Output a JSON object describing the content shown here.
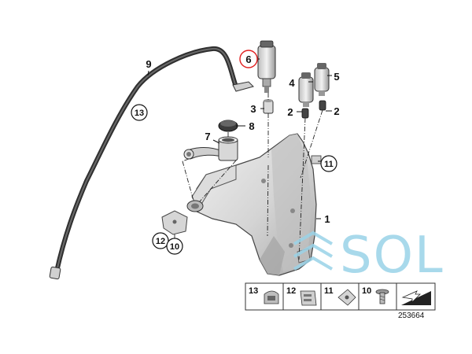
{
  "callouts": {
    "c1": "1",
    "c2a": "2",
    "c2b": "2",
    "c3": "3",
    "c4": "4",
    "c5": "5",
    "c6": "6",
    "c7": "7",
    "c8": "8",
    "c9": "9",
    "c10": "10",
    "c11": "11",
    "c12": "12",
    "c13": "13"
  },
  "legend": {
    "items": [
      {
        "num": "13",
        "icon": "hose-clip-icon"
      },
      {
        "num": "12",
        "icon": "bracket-clip-icon"
      },
      {
        "num": "11",
        "icon": "spring-nut-icon"
      },
      {
        "num": "10",
        "icon": "screw-icon"
      },
      {
        "num": "",
        "icon": "arrow-ramp-icon"
      }
    ]
  },
  "diagram_id": "253664",
  "watermark": "SOL",
  "colors": {
    "ink": "#111111",
    "tank_light": "#e8e8e8",
    "tank_mid": "#c9c9c9",
    "tank_dark": "#9e9e9e",
    "hose": "#3a3a3a",
    "highlight": "#e02020",
    "watermark": "#9ad3e8"
  }
}
